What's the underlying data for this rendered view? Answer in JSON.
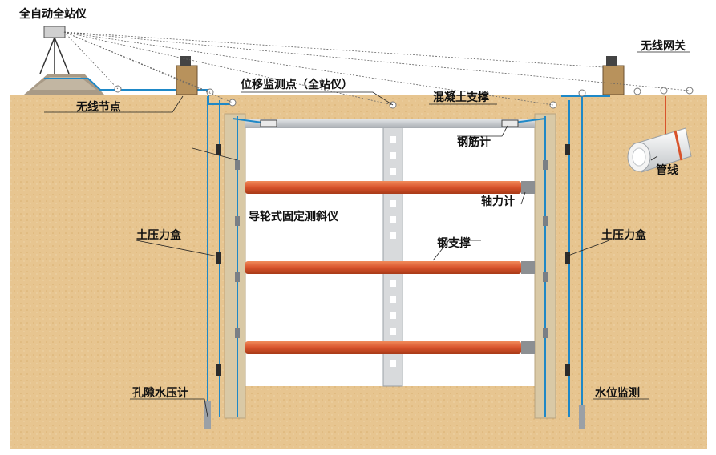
{
  "labels": {
    "total_station": "全自动全站仪",
    "wireless_gateway": "无线网关",
    "wireless_node": "无线节点",
    "displacement_point": "位移监测点（全站仪）",
    "concrete_strut": "混凝土支撑",
    "rebar_meter": "钢筋计",
    "pipeline": "管线",
    "axial_force_meter": "轴力计",
    "inclinometer": "导轮式固定测斜仪",
    "earth_pressure_left": "土压力盒",
    "earth_pressure_right": "土压力盒",
    "steel_strut": "钢支撑",
    "pore_pressure_meter": "孔隙水压计",
    "water_level": "水位监测"
  },
  "colors": {
    "soil": "#e7c590",
    "strut_orange": "#d8532b",
    "concrete": "#c8cccf",
    "cable_blue": "#1e88c7",
    "wall": "#d9c9a6"
  },
  "icons": {
    "total_station": "total-station-icon",
    "gateway": "gateway-box-icon",
    "node": "wireless-node-icon",
    "pipe": "pipe-icon"
  }
}
